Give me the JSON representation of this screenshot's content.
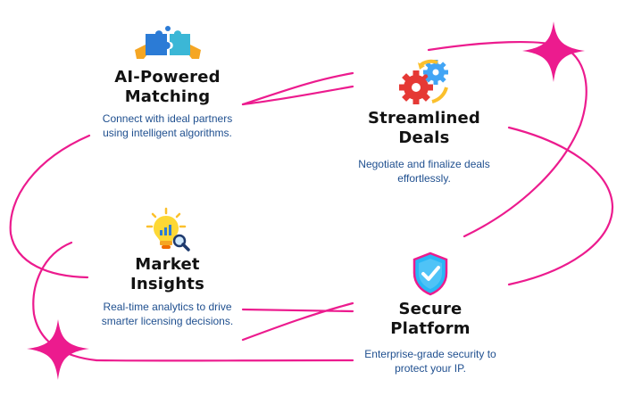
{
  "features": [
    {
      "id": "ai",
      "icon": "puzzle-hands-icon",
      "title_line1": "AI-Powered",
      "title_line2": "Matching",
      "desc_line1": "Connect with ideal partners",
      "desc_line2": "using intelligent algorithms."
    },
    {
      "id": "deals",
      "icon": "gears-arrows-icon",
      "title_line1": "Streamlined",
      "title_line2": "Deals",
      "desc_line1": "Negotiate and finalize deals",
      "desc_line2": "effortlessly."
    },
    {
      "id": "market",
      "icon": "lightbulb-chart-icon",
      "title_line1": "Market",
      "title_line2": "Insights",
      "desc_line1": "Real-time analytics to drive",
      "desc_line2": "smarter licensing decisions."
    },
    {
      "id": "secure",
      "icon": "shield-check-icon",
      "title_line1": "Secure",
      "title_line2": "Platform",
      "desc_line1": "Enterprise-grade security to",
      "desc_line2": "protect your IP."
    }
  ],
  "colors": {
    "accent_magenta": "#ec1b8e",
    "title": "#121212",
    "description": "#1f4f8f",
    "puzzle_blue": "#2b7bd6",
    "puzzle_cyan": "#3bb7d6",
    "hand_orange": "#f5a623",
    "gear_red": "#e53935",
    "gear_blue": "#42a5f5",
    "gear_yellow": "#fbc02d",
    "bulb_yellow": "#fdd835",
    "shield_cyan": "#29b6f6"
  }
}
